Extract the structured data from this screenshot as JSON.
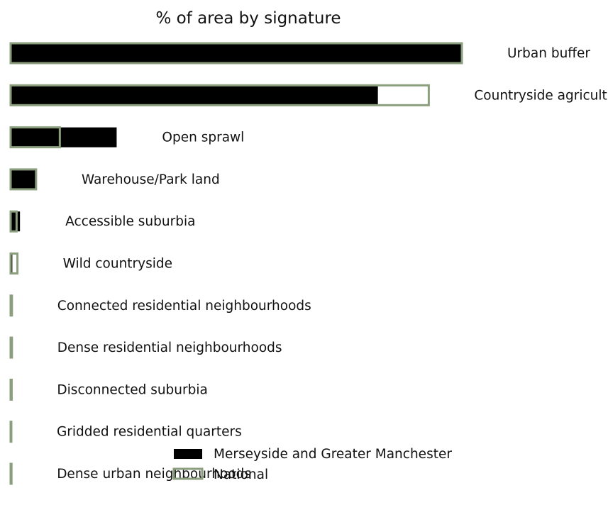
{
  "chart_data": {
    "type": "bar",
    "orientation": "horizontal",
    "title": "% of area by signature",
    "categories": [
      "Urban buffer",
      "Countryside agriculture",
      "Open sprawl",
      "Warehouse/Park land",
      "Accessible suburbia",
      "Wild countryside",
      "Connected residential neighbourhoods",
      "Dense residential neighbourhoods",
      "Disconnected suburbia",
      "Gridded residential quarters",
      "Dense urban neighbourhoods"
    ],
    "series": [
      {
        "name": "Merseyside and Greater Manchester",
        "style": "filled",
        "values": [
          53.2,
          43.3,
          12.5,
          3.0,
          1.1,
          0.2,
          0.1,
          0.1,
          0.1,
          0.05,
          0.05
        ]
      },
      {
        "name": "National",
        "style": "outline",
        "values": [
          53.2,
          49.3,
          5.8,
          3.0,
          0.7,
          0.8,
          0.15,
          0.15,
          0.12,
          0.08,
          0.1
        ]
      }
    ],
    "axes_visible": false,
    "grid": false,
    "legend_position": "bottom-center"
  },
  "colors": {
    "regional_fill": "#000000",
    "national_edge": "#8b9e7d",
    "text": "#111111"
  }
}
